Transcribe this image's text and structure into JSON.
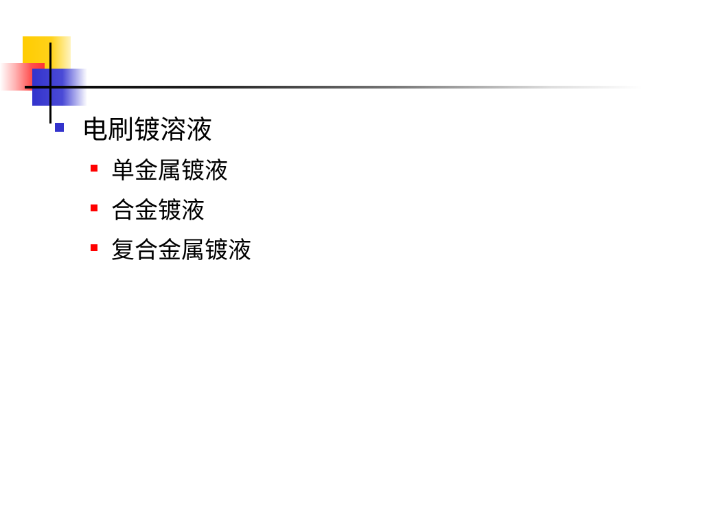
{
  "slide": {
    "bullets": [
      {
        "text": "电刷镀溶液",
        "level": 1,
        "bullet_color": "#3333cc",
        "children": [
          {
            "text": "单金属镀液",
            "bullet_color": "#ff0000"
          },
          {
            "text": "合金镀液",
            "bullet_color": "#ff0000"
          },
          {
            "text": "复合金属镀液",
            "bullet_color": "#ff0000"
          }
        ]
      }
    ]
  },
  "theme": {
    "accent_yellow": "#ffcc00",
    "accent_red": "#ff3333",
    "accent_blue": "#3333cc",
    "line_color": "#000000"
  }
}
